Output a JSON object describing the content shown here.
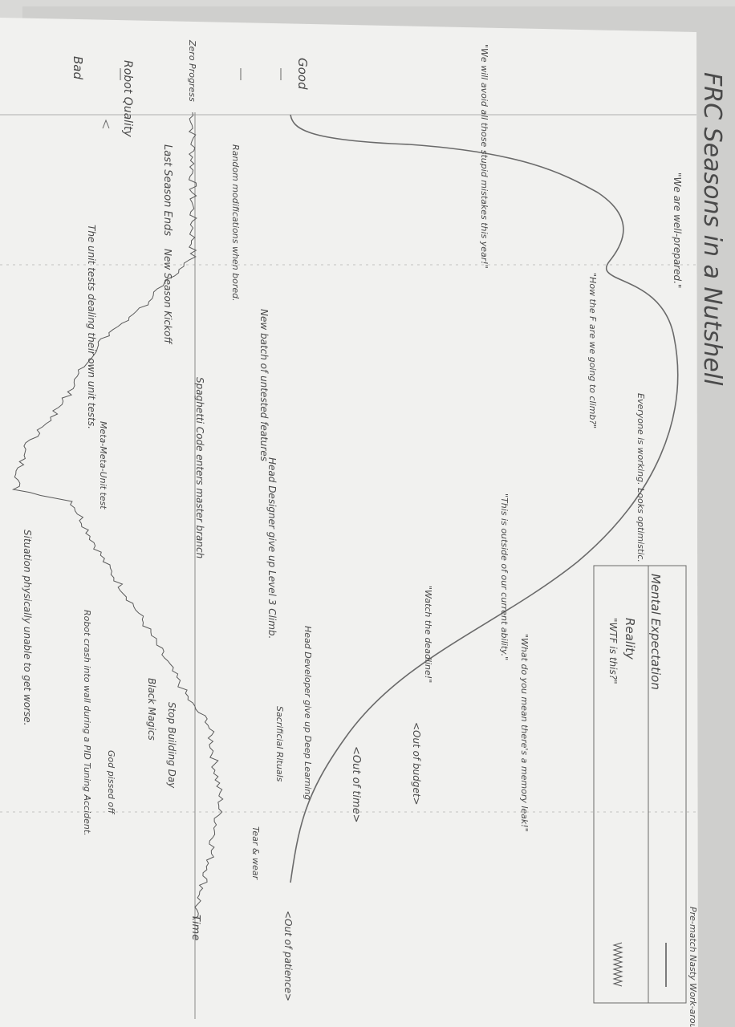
{
  "title": "FRC Seasons in a Nutshell",
  "y_axis": {
    "label": "Robot Quality",
    "top": "Good",
    "bottom": "Bad",
    "zero": "Zero Progress"
  },
  "x_axis": {
    "label": "Time"
  },
  "legend": {
    "expectation": "Mental Expectation",
    "reality": "Reality"
  },
  "annotations": [
    "\"We will avoid all those stupid mistakes this year!\"",
    "\"We are well-prepared.\"",
    "\"How the F are we going to climb?\"",
    "Everyone is working. Looks optimistic.",
    "\"WTF is this?\"",
    "\"This is outside of our current ability.\"",
    "\"What do you mean there's a memory leak!\"",
    "\"Watch the deadline!\"",
    "<Out of budget>",
    "<Out of time>",
    "<Out of patience>",
    "Last Season Ends",
    "Random modifications when bored.",
    "New Season Kickoff",
    "New batch of untested features",
    "Spaghetti Code enters master branch",
    "The unit tests dealing their own unit tests.",
    "Meta-Meta-Unit test",
    "Head Designer give up Level 3 Climb.",
    "Head Developer give up Deep Learning",
    "Sacrificial Rituals",
    "Black Magics",
    "Robot crash into wall during a PID Tuning Accident.",
    "Stop Building Day",
    "God pissed off",
    "Tear & wear",
    "Pre-match Nasty Work-arounds",
    "Situation physically unable to get worse."
  ],
  "colors": {
    "paper": "#f1f1ef",
    "pencil": "#4a4a4a"
  }
}
